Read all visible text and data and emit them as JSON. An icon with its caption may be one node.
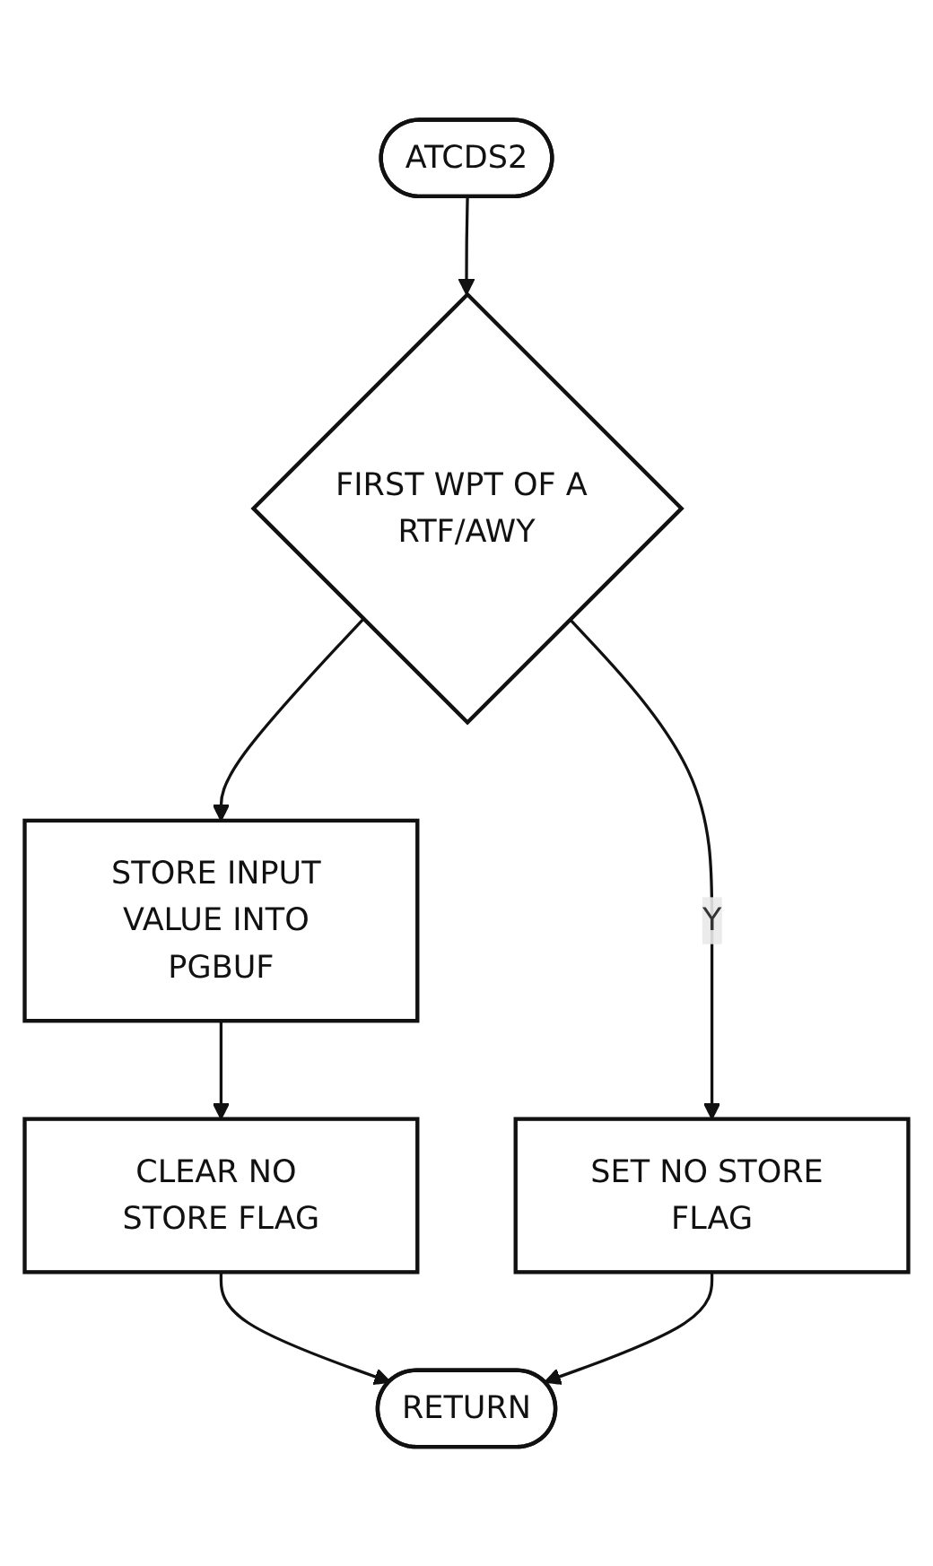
{
  "diagram": {
    "nodes": [
      {
        "text": [
          "ATCDS2"
        ]
      },
      {
        "text": [
          "FIRST WPT OF A RTF/AWY"
        ]
      },
      {
        "text": [
          "SET NO STORE FLAG"
        ]
      },
      {
        "text": [
          "STORE INPUT VALUE INTO PGBUF"
        ]
      },
      {
        "text": [
          "CLEAR NO STORE FLAG"
        ]
      },
      {
        "text": [
          "RETURN"
        ]
      }
    ],
    "edges": [
      {
        "from": 0,
        "to": 1,
        "arrow": "to"
      },
      {
        "from": 1,
        "to": 2,
        "arrow": "to",
        "label": "Y"
      },
      {
        "from": 1,
        "to": 3,
        "arrow": "to"
      },
      {
        "from": 3,
        "to": 4,
        "arrow": "to"
      },
      {
        "from": 4,
        "to": 5,
        "arrow": "to"
      },
      {
        "from": 2,
        "to": 5,
        "arrow": "to"
      }
    ]
  }
}
